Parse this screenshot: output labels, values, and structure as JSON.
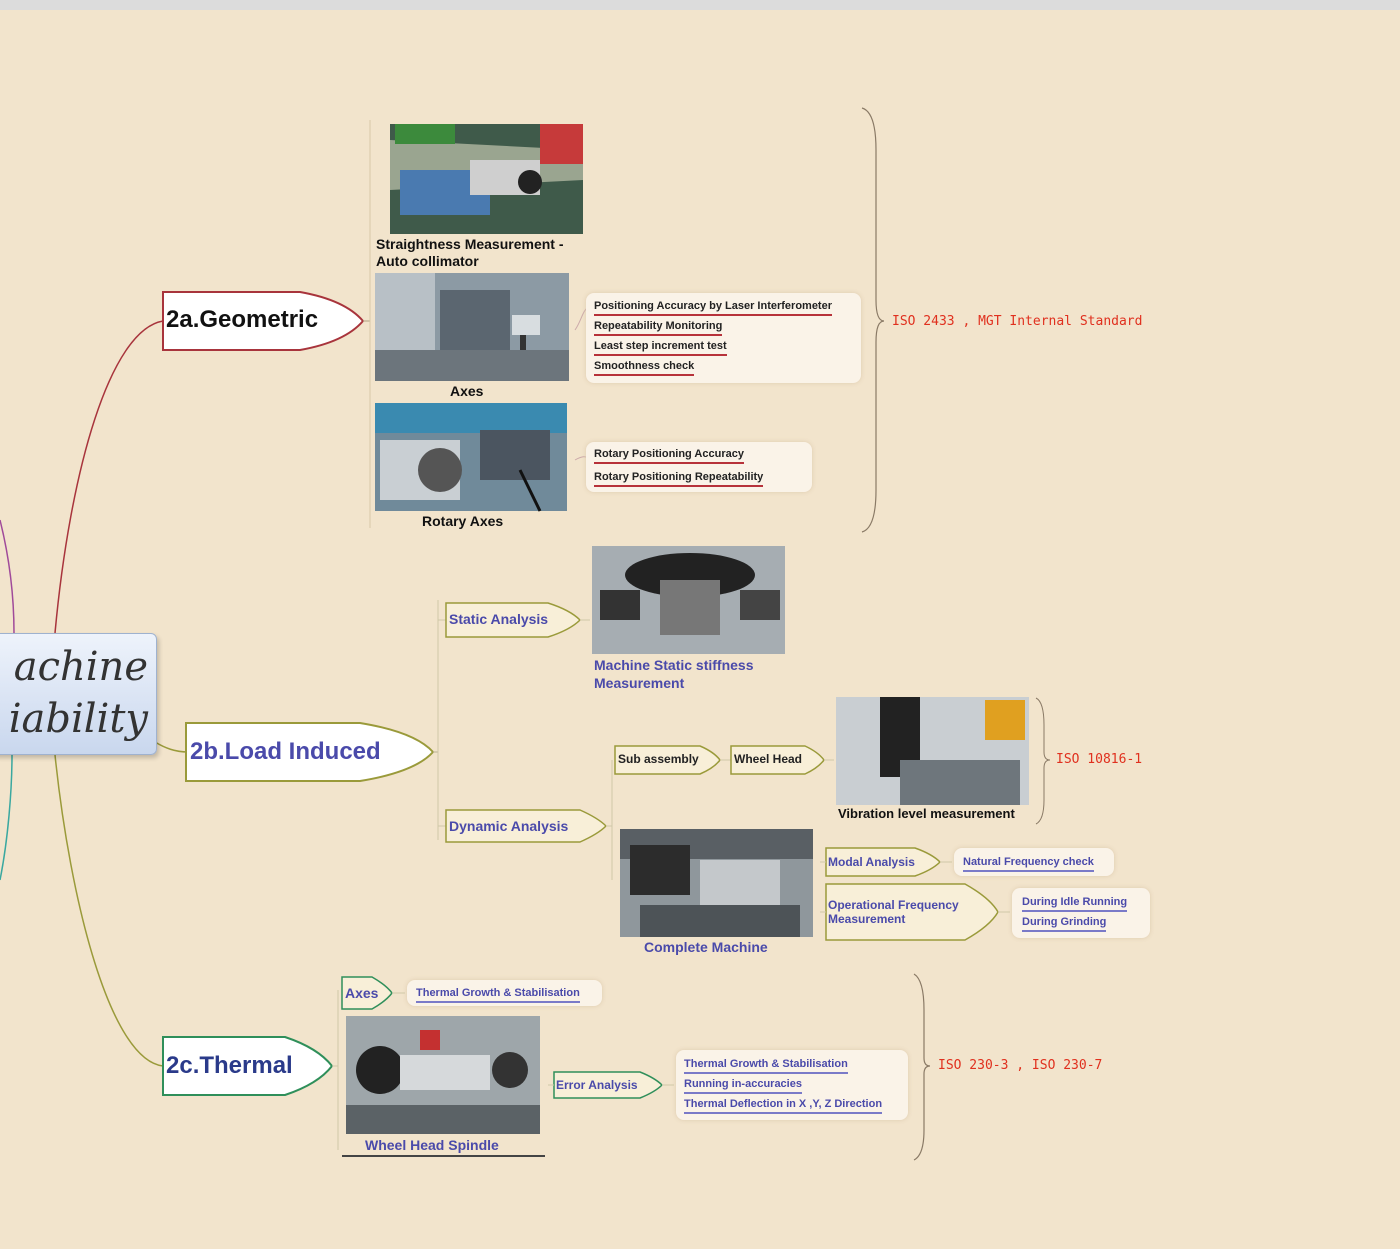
{
  "root": {
    "line1": "achine",
    "line2": "iability"
  },
  "geometric": {
    "label": "2a.Geometric",
    "color": "#a8343c",
    "straightness_caption_line1": "Straightness Measurement -",
    "straightness_caption_line2": "Auto collimator",
    "axes_caption": "Axes",
    "axes_items": [
      "Positioning Accuracy by Laser Interferometer",
      "Repeatability Monitoring",
      "Least step increment test",
      "Smoothness check"
    ],
    "rotary_caption": "Rotary Axes",
    "rotary_items": [
      "Rotary Positioning Accuracy",
      "Rotary Positioning Repeatability"
    ],
    "standard": "ISO 2433 ,  MGT Internal Standard"
  },
  "load": {
    "label": "2b.Load Induced",
    "color": "#4a4aaa",
    "static_label": "Static Analysis",
    "static_caption_line1": "Machine Static stiffness",
    "static_caption_line2": "Measurement",
    "dynamic_label": "Dynamic Analysis",
    "sub_assembly_label": "Sub assembly",
    "wheel_head_label": "Wheel Head",
    "vibration_caption": "Vibration level measurement",
    "vibration_standard": "ISO 10816-1",
    "complete_caption": "Complete Machine",
    "modal_label": "Modal Analysis",
    "natural_freq": "Natural Frequency check",
    "operational_line1": "Operational Frequency",
    "operational_line2": "Measurement",
    "idle": "During Idle Running",
    "grinding": "During Grinding"
  },
  "thermal": {
    "label": "2c.Thermal",
    "color": "#2f8f5a",
    "axes_label": "Axes",
    "axes_item": "Thermal Growth & Stabilisation",
    "spindle_caption": "Wheel Head Spindle",
    "error_label": "Error Analysis",
    "error_items": [
      "Thermal Growth & Stabilisation",
      "Running in-accuracies",
      "Thermal Deflection in X ,Y, Z Direction"
    ],
    "standard": "ISO 230-3 , ISO 230-7"
  }
}
